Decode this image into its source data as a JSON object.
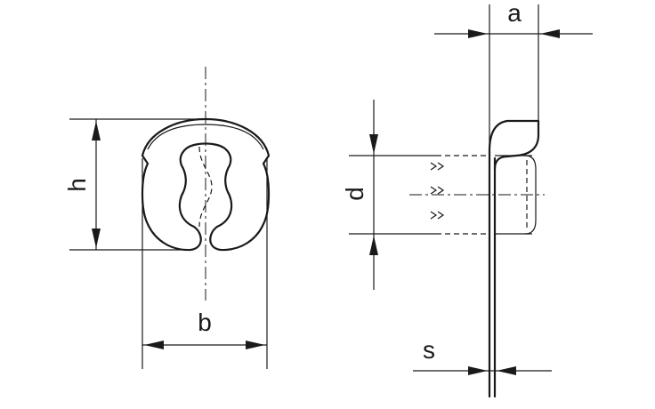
{
  "dimensions": {
    "a": "a",
    "b": "b",
    "d": "d",
    "h": "h",
    "s": "s"
  }
}
